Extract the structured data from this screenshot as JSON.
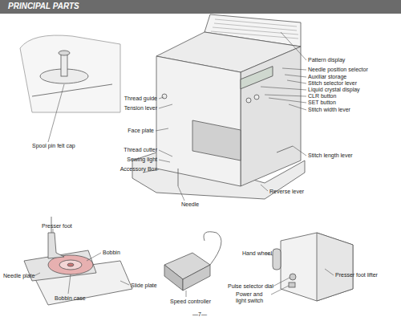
{
  "diagram": {
    "title": "PRINCIPAL PARTS",
    "labels": [
      "Spool pin felt cap",
      "Pattern display",
      "Needle position selector",
      "Auxiliar storage",
      "Stitch selector lever",
      "Liquid crystal display",
      "CLR button",
      "SET button",
      "Stitch width lever",
      "Stitch length lever",
      "Reverse lever",
      "Needle",
      "Thread guide",
      "Tension lever",
      "Face plate",
      "Thread cutter",
      "Sewing light",
      "Accessory Box",
      "Presser foot",
      "Bobbin",
      "Needle plate",
      "Slide plate",
      "Bobbin case",
      "Speed controller",
      "Hand wheel",
      "Presser foot lifter",
      "Pulse selector dial",
      "Power and light switch",
      "—7—"
    ]
  }
}
